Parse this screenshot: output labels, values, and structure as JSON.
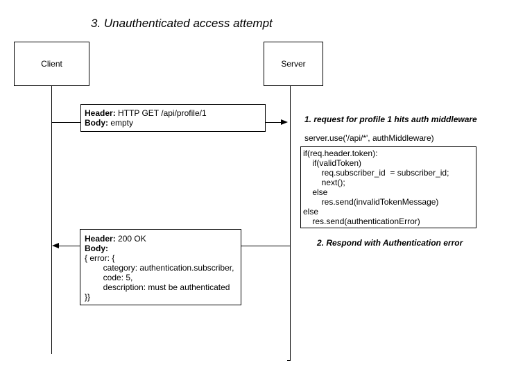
{
  "title": "3. Unauthenticated access attempt",
  "actors": {
    "client": "Client",
    "server": "Server"
  },
  "request": {
    "header_label": "Header:",
    "header_value": " HTTP GET /api/profile/1",
    "body_label": "Body:",
    "body_value": " empty"
  },
  "notes": {
    "step1": "1. request for profile 1 hits auth middleware",
    "server_use": "server.use('/api/*', authMiddleware)",
    "step2": "2. Respond with Authentication error"
  },
  "middleware_code": "if(req.header.token):\n    if(validToken)\n        req.subscriber_id  = subscriber_id;\n        next();\n    else\n        res.send(invalidTokenMessage)\nelse\n    res.send(authenticationError)",
  "response": {
    "header_label": "Header:",
    "header_value": " 200 OK",
    "body_label": "Body:",
    "body_value": "{ error: {\n        category: authentication.subscriber,\n        code: 5,\n        description: must be authenticated\n}}"
  }
}
